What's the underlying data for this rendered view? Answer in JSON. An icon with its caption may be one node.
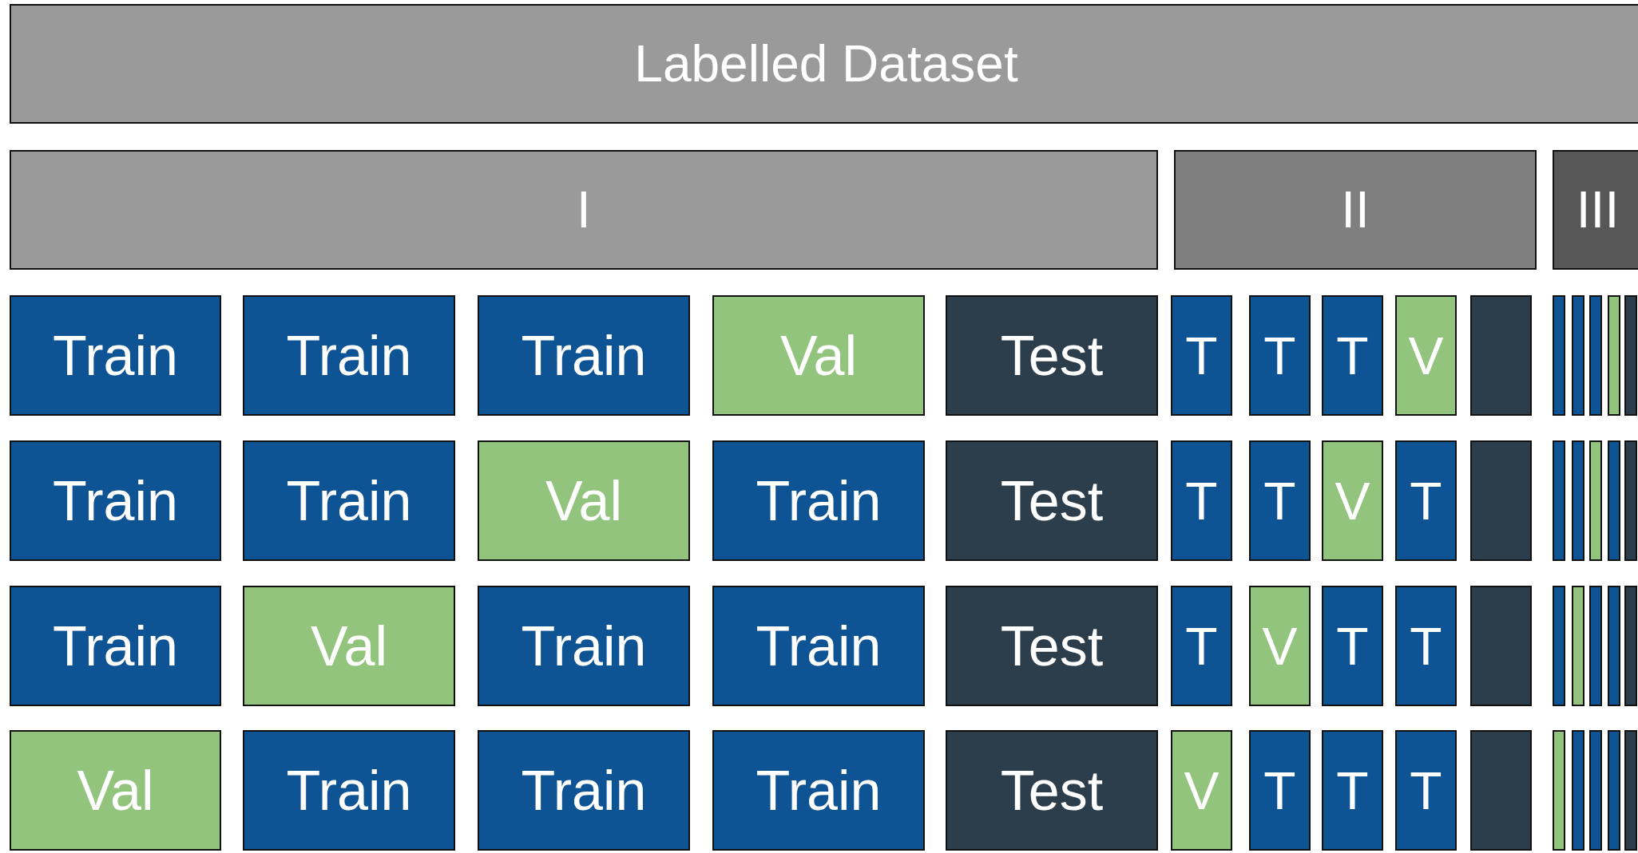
{
  "diagram": {
    "nodes": [
      {
        "text": [
          "Labelled Dataset"
        ]
      },
      {
        "text": [
          "I"
        ]
      },
      {
        "text": [
          "II"
        ]
      },
      {
        "text": [
          "III"
        ]
      },
      {
        "text": [
          "Train"
        ]
      },
      {
        "text": [
          "Train"
        ]
      },
      {
        "text": [
          "Train"
        ]
      },
      {
        "text": [
          "Val"
        ]
      },
      {
        "text": [
          "Test"
        ]
      },
      {
        "text": [
          "T"
        ]
      },
      {
        "text": [
          "T"
        ]
      },
      {
        "text": [
          "T"
        ]
      },
      {
        "text": [
          "V"
        ]
      },
      {
        "text": [],
        "shape": "box"
      },
      {
        "text": [],
        "shape": "box"
      },
      {
        "text": [],
        "shape": "box"
      },
      {
        "text": [],
        "shape": "box"
      },
      {
        "text": [],
        "shape": "box"
      },
      {
        "text": [],
        "shape": "box"
      },
      {
        "text": [
          "Train"
        ]
      },
      {
        "text": [
          "Train"
        ]
      },
      {
        "text": [
          "Val"
        ]
      },
      {
        "text": [
          "Train"
        ]
      },
      {
        "text": [
          "Test"
        ]
      },
      {
        "text": [
          "T"
        ]
      },
      {
        "text": [
          "T"
        ]
      },
      {
        "text": [
          "V"
        ]
      },
      {
        "text": [
          "T"
        ]
      },
      {
        "text": [],
        "shape": "box"
      },
      {
        "text": [],
        "shape": "box"
      },
      {
        "text": [],
        "shape": "box"
      },
      {
        "text": [],
        "shape": "box"
      },
      {
        "text": [],
        "shape": "box"
      },
      {
        "text": [],
        "shape": "box"
      },
      {
        "text": [
          "Train"
        ]
      },
      {
        "text": [
          "Val"
        ]
      },
      {
        "text": [
          "Train"
        ]
      },
      {
        "text": [
          "Train"
        ]
      },
      {
        "text": [
          "Test"
        ]
      },
      {
        "text": [
          "T"
        ]
      },
      {
        "text": [
          "V"
        ]
      },
      {
        "text": [
          "T"
        ]
      },
      {
        "text": [
          "T"
        ]
      },
      {
        "text": [],
        "shape": "box"
      },
      {
        "text": [],
        "shape": "box"
      },
      {
        "text": [],
        "shape": "box"
      },
      {
        "text": [],
        "shape": "box"
      },
      {
        "text": [],
        "shape": "box"
      },
      {
        "text": [],
        "shape": "box"
      },
      {
        "text": [
          "Val"
        ]
      },
      {
        "text": [
          "Train"
        ]
      },
      {
        "text": [
          "Train"
        ]
      },
      {
        "text": [
          "Train"
        ]
      },
      {
        "text": [
          "Test"
        ]
      },
      {
        "text": [
          "V"
        ]
      },
      {
        "text": [
          "T"
        ]
      },
      {
        "text": [
          "T"
        ]
      },
      {
        "text": [
          "T"
        ]
      },
      {
        "text": [],
        "shape": "box"
      },
      {
        "text": [],
        "shape": "box"
      },
      {
        "text": [],
        "shape": "box"
      },
      {
        "text": [],
        "shape": "box"
      },
      {
        "text": [],
        "shape": "box"
      },
      {
        "text": [],
        "shape": "box"
      }
    ]
  }
}
